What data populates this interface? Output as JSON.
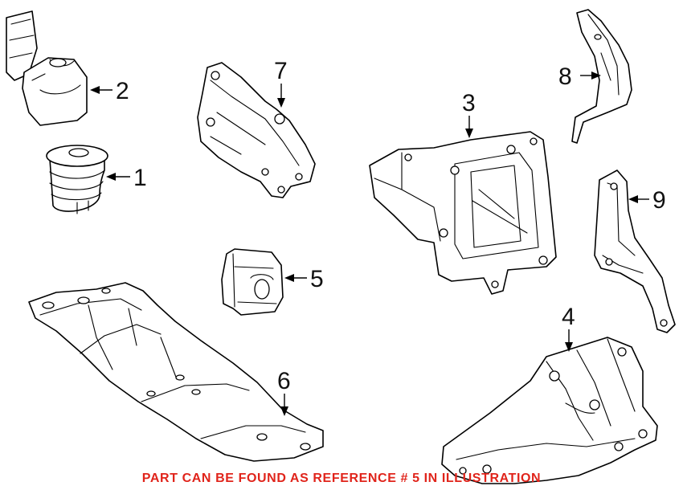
{
  "callouts": [
    "1",
    "2",
    "3",
    "4",
    "5",
    "6",
    "7",
    "8",
    "9"
  ],
  "note": {
    "text": "PART CAN BE FOUND AS REFERENCE # 5 IN ILLUSTRATION",
    "color": "#e0241b"
  }
}
